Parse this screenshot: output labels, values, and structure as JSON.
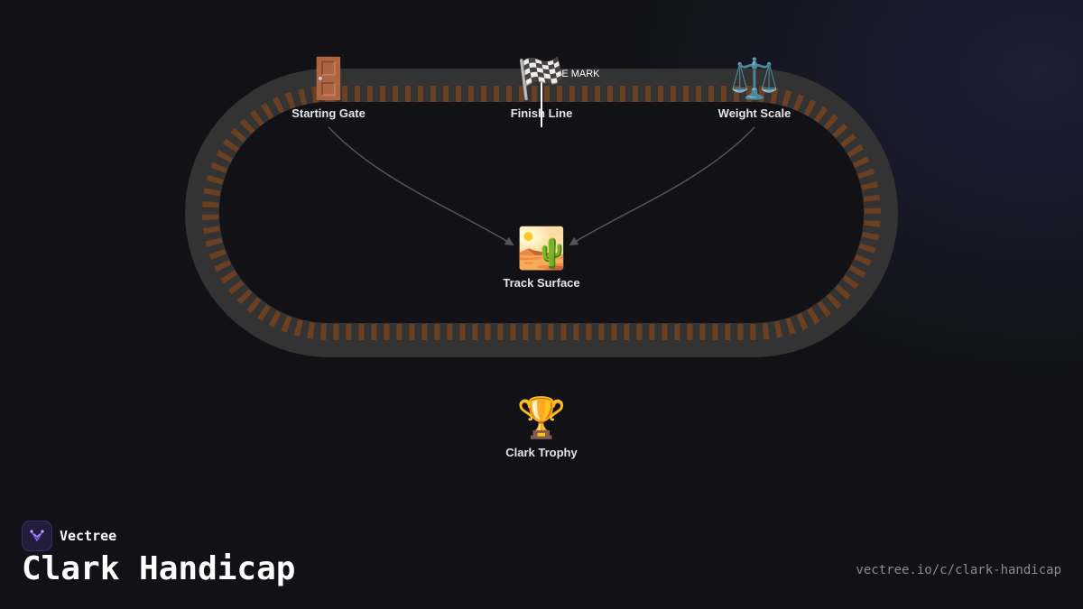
{
  "diagram": {
    "title": "Clark Handicap",
    "track": {
      "mile_mark_label": "MILE MARK"
    },
    "nodes": {
      "starting_gate": {
        "label": "Starting Gate",
        "icon": "door-icon",
        "glyph": "🚪"
      },
      "finish_line": {
        "label": "Finish Line",
        "icon": "checkered-flag-icon",
        "glyph": "🏁"
      },
      "weight_scale": {
        "label": "Weight Scale",
        "icon": "balance-scale-icon",
        "glyph": "⚖️"
      },
      "track_surface": {
        "label": "Track Surface",
        "icon": "desert-icon",
        "glyph": "🏜️"
      },
      "clark_trophy": {
        "label": "Clark Trophy",
        "icon": "trophy-icon",
        "glyph": "🏆"
      }
    },
    "edges": [
      {
        "from": "Starting Gate",
        "to": "Track Surface"
      },
      {
        "from": "Weight Scale",
        "to": "Track Surface"
      }
    ]
  },
  "footer": {
    "brand": "Vectree",
    "url": "vectree.io/c/clark-handicap"
  },
  "colors": {
    "background": "#111116",
    "track_outer": "#333333",
    "track_inner": "#111116",
    "rail_ties": "#6b3f22",
    "edge_stroke": "#555555",
    "text": "#e4e4ea",
    "brand_accent": "#8b5cf6"
  }
}
